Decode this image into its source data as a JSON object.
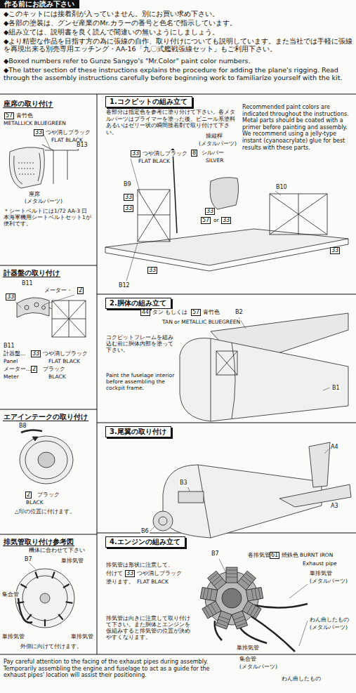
{
  "diagram": {
    "nodes": [
      {
        "text": [
          "作る前にお読み下さい"
        ]
      },
      {
        "text": [
          "1.コクピットの組み立て"
        ]
      },
      {
        "text": [
          "2.胴体の組み立て"
        ]
      },
      {
        "text": [
          "3.尾翼の取り付け"
        ]
      },
      {
        "text": [
          "4.エンジンの組み立て"
        ]
      }
    ],
    "labels": [
      "◆このキットには接着剤が入っていません。別にお買い求め下さい。",
      "◆各部の塗装は、グンゼ産業のMr.カラーの番号と色名で指示しています。",
      "◆組み立ては、説明書を良く読んで間違いの無いようにしましょう。",
      "◆より精密な作品を目指す方の為に張線の自作、取り付けについても説明しています。また当社では手軽に張線を再現出来る別売専用エッチング・AA-16「九〇式艦戦張線セット」もご利用下さい。",
      "◆Boxed numbers refer to Gunze Sangyo's \"Mr.Color\" paint color numbers.",
      "◆The latter section of these instructions explains the procedure for adding the plane's rigging. Read through the assembly instructions carefully before beginning work to familiarize yourself with the kit.",
      "座席の取り付け",
      "57",
      "青竹色",
      "METALLICK BLUEGREEN",
      "33",
      "つや消しブラック",
      "FLAT BLACK",
      "B13",
      "座席",
      "(メタルパーツ)",
      "＊シートベルトには1/72 AA-3 日本海軍機用シートベルトセット1が便利です。",
      "計器盤の取り付け",
      "B11",
      "メーター・",
      "2",
      "33",
      "B11",
      "計器盤…",
      "33",
      "つや消しブラック",
      "Panel",
      "FLAT BLACK",
      "メーター…",
      "2",
      "ブラック",
      "Meter",
      "BLACK",
      "エアインテークの取り付け",
      "B8",
      "2",
      "ブラック",
      "BLACK",
      "△印の位置に付けます。",
      "排気管取り付け参考図",
      "機体に合わせて下さい",
      "B7",
      "単排気管",
      "集合管",
      "単排気管",
      "外側に向けて付けます。",
      "単排気管",
      "Pay careful attention to the facing of the exhaust pipes during assembly. Temporarily assembling the engine and fuselage to act as a guide for the exhaust pipes' location will assist their positioning.",
      "各部分は指定色を参考に塗り分けて下さい。各メタルパーツはプライマーを塗った後、ビニール系塗料あるいはゼリー状の瞬間接着剤で取り付けて下さい。",
      "Recommended paint colors are indicated throughout the instructions. Metal parts should be coated with a primer before painting and assembly. We recommend using a jelly-type instant (cyanoacrylate) glue for best results with these parts.",
      "操縦桿",
      "(メタルパーツ)",
      "8",
      "シルバー",
      "SILVER",
      "33",
      "つや消しブラック",
      "FLAT BLACK",
      "B9",
      "33",
      "33",
      "B10",
      "33",
      "57",
      "or",
      "33",
      "33",
      "33",
      "B12",
      "44",
      "タン もしくは",
      "57",
      "青竹色",
      "B2",
      "TAN or METALLIC BLUEGREEN",
      "コクピットフレームを組み込む前に胴体内部を塗って下さい。",
      "Paint the fuselage interior before assembling the cockpit frame.",
      "B1",
      "A4",
      "A3",
      "B3",
      "B6",
      "B7",
      "排気管は形状に注意して、",
      "付けて",
      "33",
      "つや消しブラック",
      "塗ります。",
      "FLAT BLACK",
      "各排気管",
      "61",
      "焼鉄色",
      "BURNT IRON",
      "Exhaust pipe",
      "単排気管",
      "(メタルパーツ)",
      "わん曲したもの",
      "(メタルパーツ)",
      "排気管は向きに注意して取り付けて下さい。また胴体とエンジンを仮組みすると排気管の位置が決めやすくなります。",
      "単排気管",
      "集合管",
      "(メタルパーツ)",
      "わん曲したもの"
    ]
  }
}
